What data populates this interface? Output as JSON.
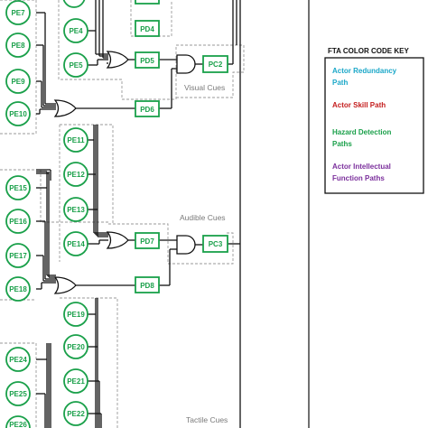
{
  "colors": {
    "green": "#1aa04a",
    "wire": "#111111",
    "dash": "#9a9a9a",
    "redundancy": "#1aa7c8",
    "skill": "#c41d1d",
    "hazard": "#1aa04a",
    "intellectual": "#7b2f9c"
  },
  "regions": {
    "visual": "Visual Cues",
    "audible": "Audible Cues",
    "tactile": "Tactile Cues"
  },
  "pe_nodes": [
    "PE7",
    "PE8",
    "PE9",
    "PE10",
    "PE4",
    "PE5",
    "PE11",
    "PE12",
    "PE13",
    "PE14",
    "PE15",
    "PE16",
    "PE17",
    "PE18",
    "PE19",
    "PE20",
    "PE21",
    "PE22",
    "PE24",
    "PE25",
    "PE26"
  ],
  "boxes": [
    "PD4",
    "PD5",
    "PD6",
    "PC2",
    "PD7",
    "PD8",
    "PC3"
  ],
  "key": {
    "title": "FTA COLOR CODE KEY",
    "items": [
      {
        "line1": "Actor Redundancy",
        "line2": "Path",
        "color": "#1aa7c8"
      },
      {
        "line1": "Actor Skill Path",
        "line2": "",
        "color": "#c41d1d"
      },
      {
        "line1": "Hazard Detection",
        "line2": "Paths",
        "color": "#1aa04a"
      },
      {
        "line1": "Actor Intellectual",
        "line2": "Function Paths",
        "color": "#7b2f9c"
      }
    ]
  }
}
